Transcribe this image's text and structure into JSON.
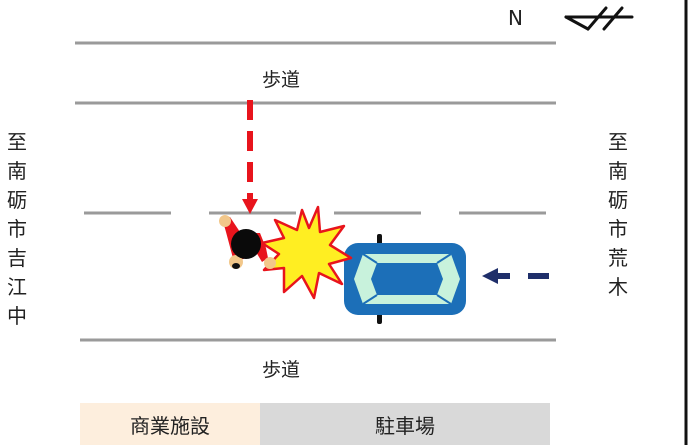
{
  "compass": {
    "north_label": "N"
  },
  "sidewalk_top": "歩道",
  "sidewalk_bottom": "歩道",
  "direction_left": "至南砺市吉江中",
  "direction_right": "至南砺市荒木",
  "blocks": [
    {
      "label": "商業施設",
      "color": "#fdeedd"
    },
    {
      "label": "駐車場",
      "color": "#d9d9d9"
    }
  ],
  "colors": {
    "road_line": "#9a9a9a",
    "pedestrian_path": "#e8141c",
    "vehicle_path": "#1f2f6a",
    "car_body": "#1c6fb8",
    "car_glass": "#c8f2dc",
    "collision_fill": "#ffee22",
    "collision_stroke": "#e8141c"
  },
  "icons": [
    "north-arrow-icon",
    "pedestrian-icon",
    "car-icon",
    "collision-burst-icon"
  ]
}
